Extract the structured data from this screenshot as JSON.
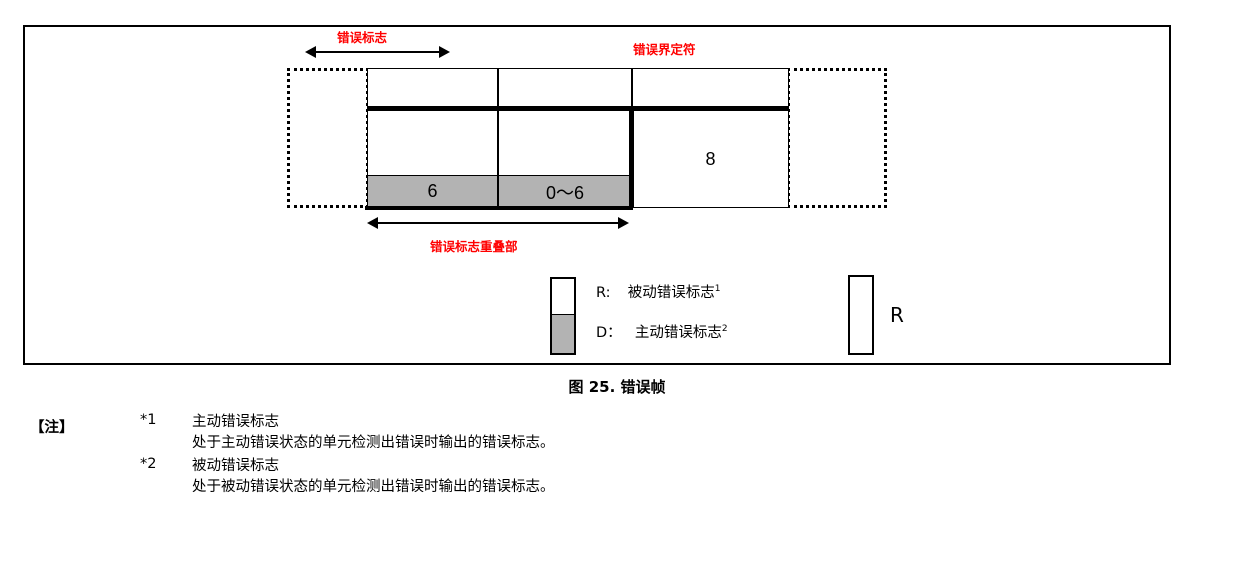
{
  "figure": {
    "caption": "图 25.  错误帧",
    "annotations": {
      "error_flag": "错误标志",
      "error_delimiter": "错误界定符",
      "error_flag_overlap": "错误标志重叠部"
    },
    "cells": [
      {
        "id": "col-a",
        "value": "6"
      },
      {
        "id": "col-b",
        "value": "0～6"
      },
      {
        "id": "col-c",
        "value": "8"
      }
    ],
    "legend": {
      "recessive": {
        "code": "R:",
        "text": "被动错误标志",
        "note_ref": "1"
      },
      "dominant": {
        "code": "D：",
        "text": "主动错误标志",
        "note_ref": "2"
      },
      "standalone_box_label": "R"
    }
  },
  "notes": {
    "header": "【注】",
    "entries": [
      {
        "marker": "*1",
        "title": "主动错误标志",
        "body": "处于主动错误状态的单元检测出错误时输出的错误标志。"
      },
      {
        "marker": "*2",
        "title": "被动错误标志",
        "body": "处于被动错误状态的单元检测出错误时输出的错误标志。"
      }
    ]
  },
  "colors": {
    "dominant_gray": "#b3b3b3",
    "annotation_red": "#ff0000",
    "line_black": "#000000"
  }
}
